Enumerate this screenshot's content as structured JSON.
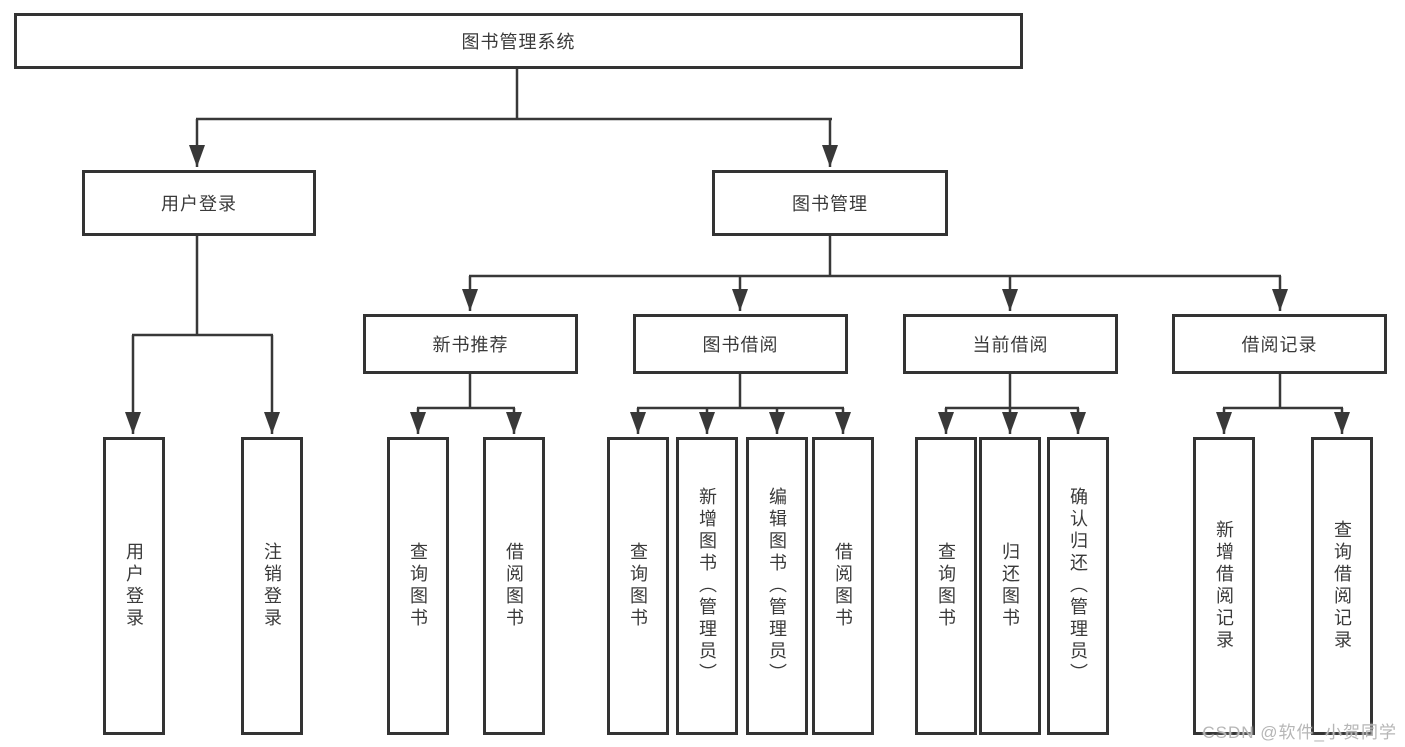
{
  "colors": {
    "line": "#383838",
    "border": "#333333",
    "text": "#3a3a3a",
    "background": "#ffffff",
    "watermark": "#b6b6b6"
  },
  "diagram": {
    "root": {
      "label": "图书管理系统"
    },
    "level1": [
      {
        "label": "用户登录"
      },
      {
        "label": "图书管理"
      }
    ],
    "level2": [
      {
        "label": "新书推荐"
      },
      {
        "label": "图书借阅"
      },
      {
        "label": "当前借阅"
      },
      {
        "label": "借阅记录"
      }
    ],
    "leaves": {
      "user_login": [
        "用户登录",
        "注销登录"
      ],
      "new_book_recommend": [
        "查询图书",
        "借阅图书"
      ],
      "book_borrowing": [
        "查询图书",
        "新增图书（管理员）",
        "编辑图书（管理员）",
        "借阅图书"
      ],
      "current_borrowing": [
        "查询图书",
        "归还图书",
        "确认归还（管理员）"
      ],
      "borrowing_records": [
        "新增借阅记录",
        "查询借阅记录"
      ]
    }
  },
  "watermark": {
    "text": "CSDN @软件_小贺同学"
  }
}
